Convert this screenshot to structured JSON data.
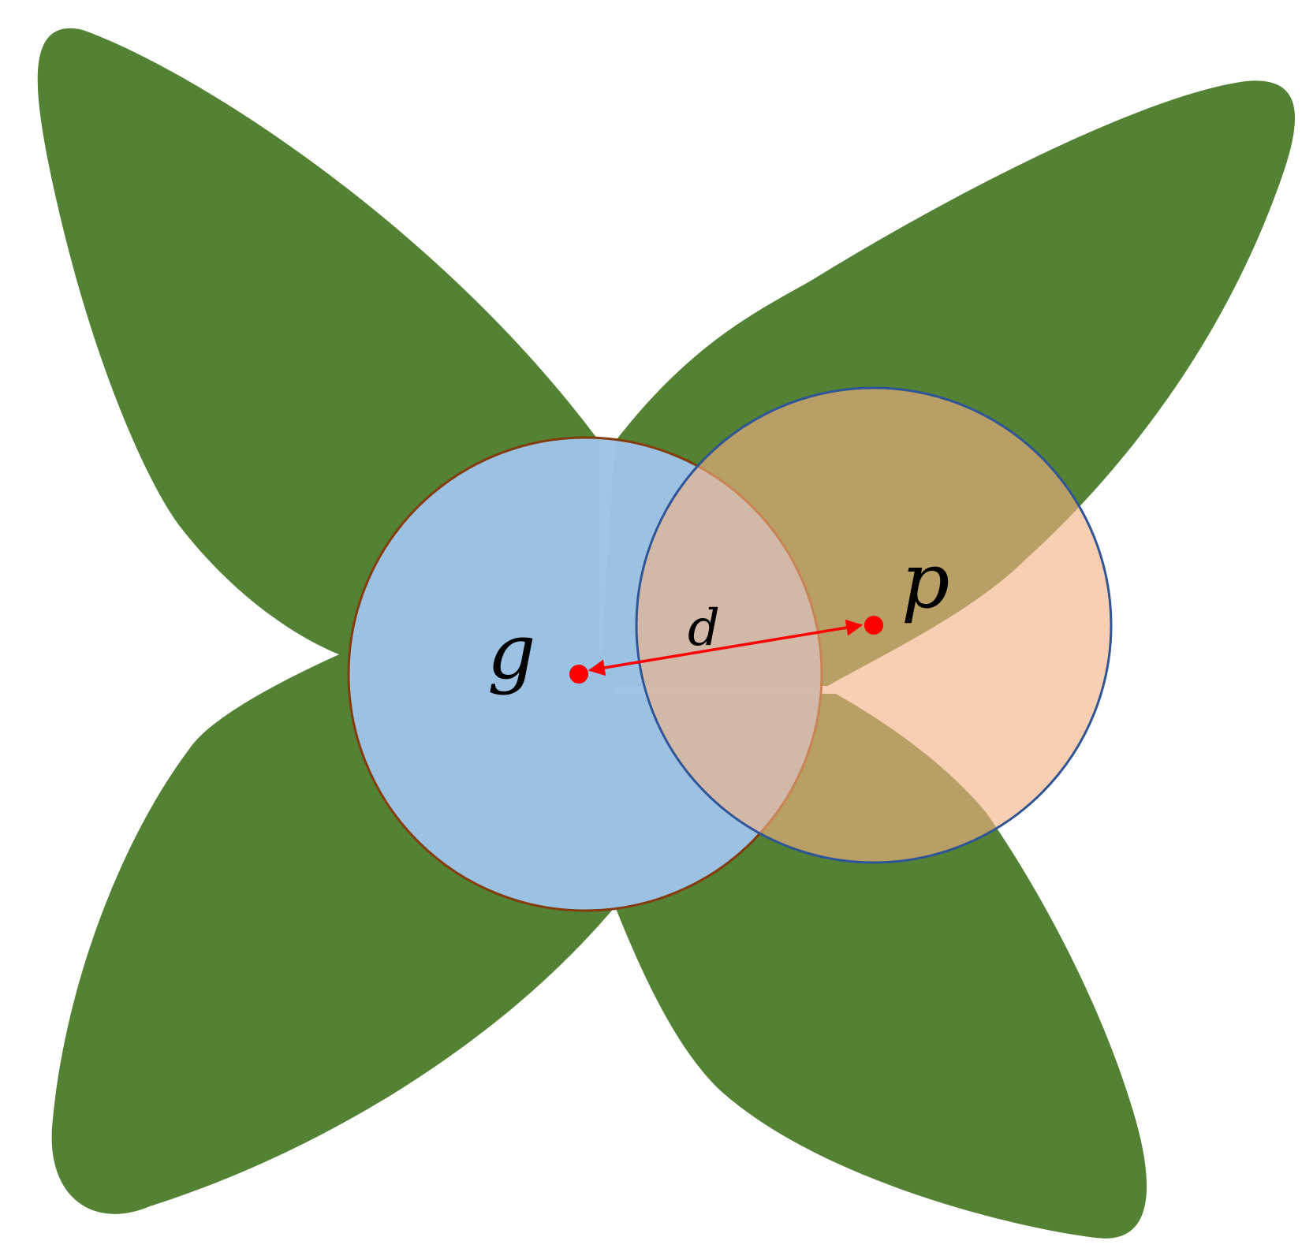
{
  "labels": {
    "g": "g",
    "p": "p",
    "d": "d"
  },
  "colors": {
    "leaf": "#548235",
    "circle_g_fill": "#9dc3e6",
    "circle_g_stroke": "#843c0c",
    "circle_p_fill": "#f4b183",
    "circle_p_stroke": "#2f5597",
    "point": "#ff0000",
    "arrow": "#ff0000"
  }
}
